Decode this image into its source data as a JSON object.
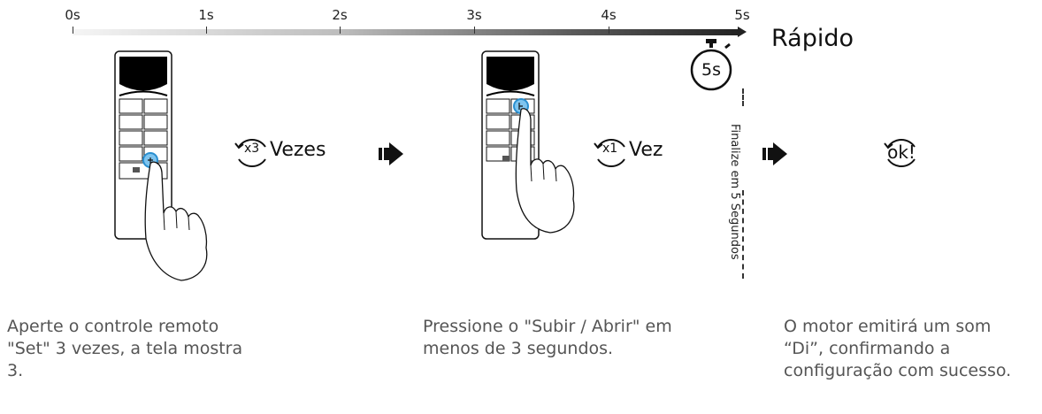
{
  "timeline": {
    "ticks": [
      {
        "label": "0s"
      },
      {
        "label": "1s"
      },
      {
        "label": "2s"
      },
      {
        "label": "3s"
      },
      {
        "label": "4s"
      },
      {
        "label": "5s"
      }
    ],
    "title": "Rápido"
  },
  "timer": {
    "label": "5s"
  },
  "deadline_text": "Finalize em 5 Segundos",
  "steps": [
    {
      "count_prefix": "x3",
      "count_label": "Vezes",
      "caption": "Aperte o controle remoto \"Set\" 3 vezes, a tela mostra 3."
    },
    {
      "count_prefix": "x1",
      "count_label": "Vez",
      "caption": "Pressione o \"Subir / Abrir\" em menos de 3 segundos."
    },
    {
      "ok_label": "ok!",
      "caption": "O motor emitirá um som “Di”, confirmando a configuração com sucesso."
    }
  ],
  "colors": {
    "highlight": "#7ec4ef",
    "highlight_stroke": "#2a8fd0",
    "ink": "#111111"
  }
}
